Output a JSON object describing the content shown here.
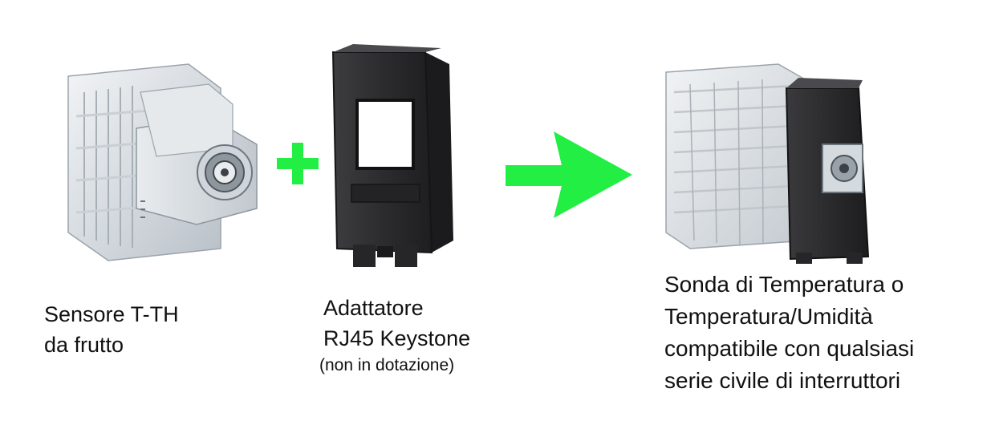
{
  "colors": {
    "background": "#ffffff",
    "accent_green": "#22ee44",
    "text": "#111111",
    "module_dark": "#2e2e30",
    "clear_plastic": "#dfe4e8"
  },
  "icons": {
    "plus": "plus-icon",
    "arrow": "arrow-right-icon"
  },
  "items": [
    {
      "name": "sensor",
      "caption": [
        "Sensore T-TH",
        "da frutto"
      ]
    },
    {
      "name": "adapter",
      "caption": [
        "Adattatore",
        "RJ45 Keystone"
      ],
      "note": "(non in dotazione)"
    },
    {
      "name": "result",
      "caption": [
        "Sonda di Temperatura o",
        "Temperatura/Umidità",
        "compatibile con qualsiasi",
        "serie civile di interruttori"
      ]
    }
  ]
}
